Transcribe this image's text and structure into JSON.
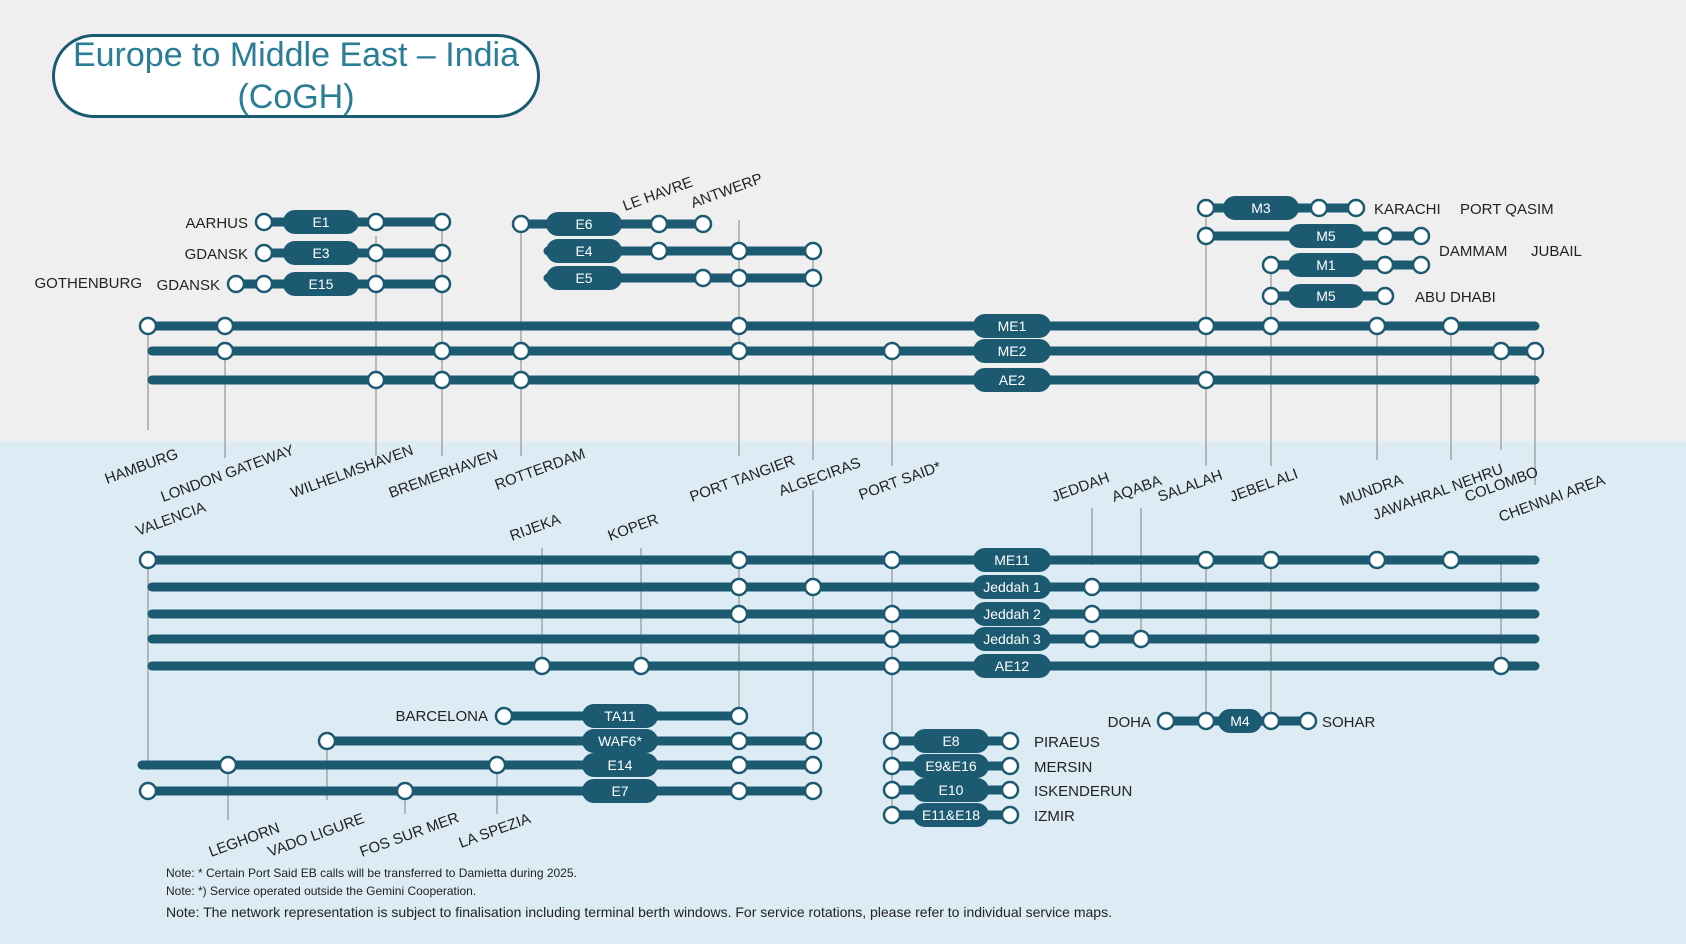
{
  "title": {
    "line1": "Europe to Middle East – India",
    "line2": "(CoGH)"
  },
  "colors": {
    "line": "#1c5a72",
    "label_text": "#ffffff",
    "stop_fill": "#ffffff",
    "top_band": "#efefef",
    "bottom_band": "#dcebf4",
    "port_text": "#222222",
    "title_text": "#2a7d96"
  },
  "services": [
    "E1",
    "E3",
    "E15",
    "E6",
    "E4",
    "E5",
    "M3",
    "M5",
    "M1",
    "M5",
    "ME1",
    "ME2",
    "AE2",
    "ME11",
    "Jeddah 1",
    "Jeddah 2",
    "Jeddah 3",
    "AE12",
    "TA11",
    "WAF6*",
    "E14",
    "E7",
    "M4",
    "E8",
    "E9&E16",
    "E10",
    "E11&E18"
  ],
  "ports": {
    "aarhus": "AARHUS",
    "gdansk_1": "GDANSK",
    "gdansk_2": "GDANSK",
    "gothenburg": "GOTHENBURG",
    "le_havre": "LE HAVRE",
    "antwerp": "ANTWERP",
    "karachi": "KARACHI",
    "port_qasim": "PORT QASIM",
    "dammam": "DAMMAM",
    "jubail": "JUBAIL",
    "abu_dhabi": "ABU DHABI",
    "hamburg": "HAMBURG",
    "london_gateway": "LONDON GATEWAY",
    "wilhelmshaven": "WILHELMSHAVEN",
    "bremerhaven": "BREMERHAVEN",
    "rotterdam": "ROTTERDAM",
    "port_tangier": "PORT TANGIER",
    "algeciras": "ALGECIRAS",
    "port_said": "PORT SAID*",
    "jeddah": "JEDDAH",
    "aqaba": "AQABA",
    "salalah": "SALALAH",
    "jebel_ali": "JEBEL ALI",
    "mundra": "MUNDRA",
    "jawahral_nehru": "JAWAHRAL NEHRU",
    "colombo": "COLOMBO",
    "chennai_area": "CHENNAI AREA",
    "valencia": "VALENCIA",
    "rijeka": "RIJEKA",
    "koper": "KOPER",
    "barcelona": "BARCELONA",
    "doha": "DOHA",
    "sohar": "SOHAR",
    "piraeus": "PIRAEUS",
    "mersin": "MERSIN",
    "iskenderun": "ISKENDERUN",
    "izmir": "IZMIR",
    "leghorn": "LEGHORN",
    "vado_ligure": "VADO LIGURE",
    "fos_sur_mer": "FOS SUR MER",
    "la_spezia": "LA SPEZIA"
  },
  "notes": {
    "note1": "Note: * Certain Port Said EB calls will be transferred to Damietta during 2025.",
    "note2": "Note: *) Service operated outside the Gemini Cooperation.",
    "note3": "Note: The network representation is subject to finalisation including terminal berth windows. For service rotations, please refer to individual service maps."
  }
}
